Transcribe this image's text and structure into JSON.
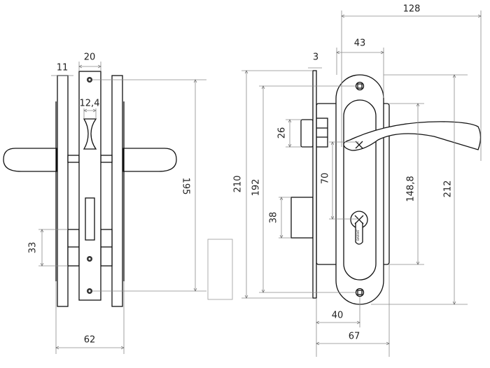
{
  "title": "Door lock with lever handles – dimensional drawing",
  "side_view": {
    "dims": {
      "plate_thickness": "11",
      "lock_width": "20",
      "latch_width": "12,4",
      "screw_spacing": "195",
      "spindle_spacing": "33",
      "overall_depth": "62"
    }
  },
  "front_view": {
    "dims": {
      "lever_length": "128",
      "escutcheon_width": "43",
      "faceplate_thickness": "3",
      "faceplate_height": "210",
      "faceplate_screw_spacing": "192",
      "latch_height": "26",
      "bolt_height": "38",
      "center_distance": "70",
      "body_height": "148,8",
      "escutcheon_height": "212",
      "backset": "40",
      "body_depth": "67"
    },
    "cylinder_mark": "BARRAT"
  },
  "colors": {
    "line": "#111111",
    "dimension": "#8a8a8a"
  }
}
